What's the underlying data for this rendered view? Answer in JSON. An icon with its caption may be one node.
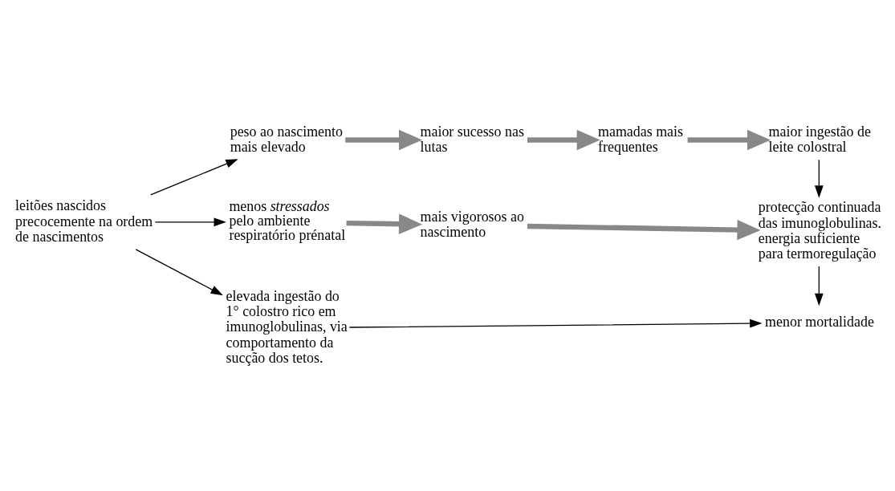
{
  "diagram": {
    "nodes": [
      {
        "text": [
          "leitões nascidos precocemente na ordem de nascimentos"
        ]
      },
      {
        "text": [
          "elevada ingestão do 1° colostro rico em imunoglobulinas, via comportamento da sucção dos tetos."
        ]
      },
      {
        "text": [
          "menor mortalidade"
        ]
      },
      {
        "text": [
          "menos *stressados* pelo ambiente respiratório prénatal"
        ]
      },
      {
        "text": [
          "mais vigorosos ao nascimento"
        ]
      },
      {
        "text": [
          "protecção continuada das imunoglobulinas.",
          "energia suficiente para termoregulação"
        ]
      },
      {
        "text": [
          "peso ao nascimento mais elevado"
        ]
      },
      {
        "text": [
          "maior sucesso nas lutas"
        ]
      },
      {
        "text": [
          "mamadas mais frequentes"
        ]
      },
      {
        "text": [
          "maior ingestão de leite colostral"
        ]
      }
    ],
    "edges": [
      {
        "from": 0,
        "to": 1,
        "arrow": "to"
      },
      {
        "from": 1,
        "to": 2,
        "arrow": "to"
      },
      {
        "from": 0,
        "to": 3,
        "arrow": "to"
      },
      {
        "from": 3,
        "to": 4,
        "arrow": "to",
        "style": "thick",
        "color": "#888888"
      },
      {
        "from": 4,
        "to": 5,
        "arrow": "to",
        "style": "thick",
        "color": "#888888"
      },
      {
        "from": 0,
        "to": 6,
        "arrow": "to"
      },
      {
        "from": 6,
        "to": 7,
        "arrow": "to",
        "style": "thick",
        "color": "#888888"
      },
      {
        "from": 7,
        "to": 8,
        "arrow": "to",
        "style": "thick",
        "color": "#888888"
      },
      {
        "from": 8,
        "to": 9,
        "arrow": "to",
        "style": "thick",
        "color": "#888888"
      },
      {
        "from": 9,
        "to": 5,
        "arrow": "to"
      },
      {
        "from": 5,
        "to": 2,
        "arrow": "to"
      }
    ]
  }
}
